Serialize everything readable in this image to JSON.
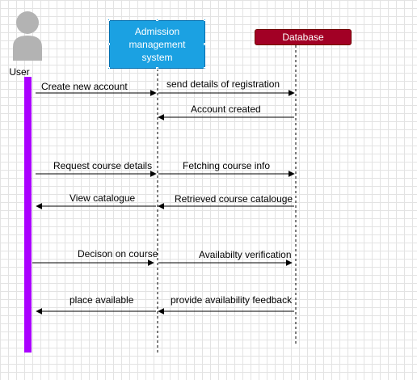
{
  "actors": {
    "user": {
      "label": "User"
    },
    "system": {
      "label": "Admission management system"
    },
    "database": {
      "label": "Database"
    }
  },
  "messages": [
    {
      "label": "Create new account",
      "from": "user",
      "to": "system"
    },
    {
      "label": "send details of registration",
      "from": "system",
      "to": "database"
    },
    {
      "label": "Account created",
      "from": "database",
      "to": "system"
    },
    {
      "label": "Request course details",
      "from": "user",
      "to": "system"
    },
    {
      "label": "Fetching course info",
      "from": "system",
      "to": "database"
    },
    {
      "label": "View catalogue",
      "from": "system",
      "to": "user"
    },
    {
      "label": "Retrieved course catalouge",
      "from": "database",
      "to": "system"
    },
    {
      "label": "Decison on course",
      "from": "user",
      "to": "system"
    },
    {
      "label": "Availabilty verification",
      "from": "system",
      "to": "database"
    },
    {
      "label": "place available",
      "from": "system",
      "to": "user"
    },
    {
      "label": "provide availability feedback",
      "from": "database",
      "to": "system"
    }
  ],
  "colors": {
    "system_fill": "#1ba1e2",
    "database_fill": "#a20025",
    "activation_fill": "#aa00ff",
    "actor_fill": "#b3b3b3"
  }
}
